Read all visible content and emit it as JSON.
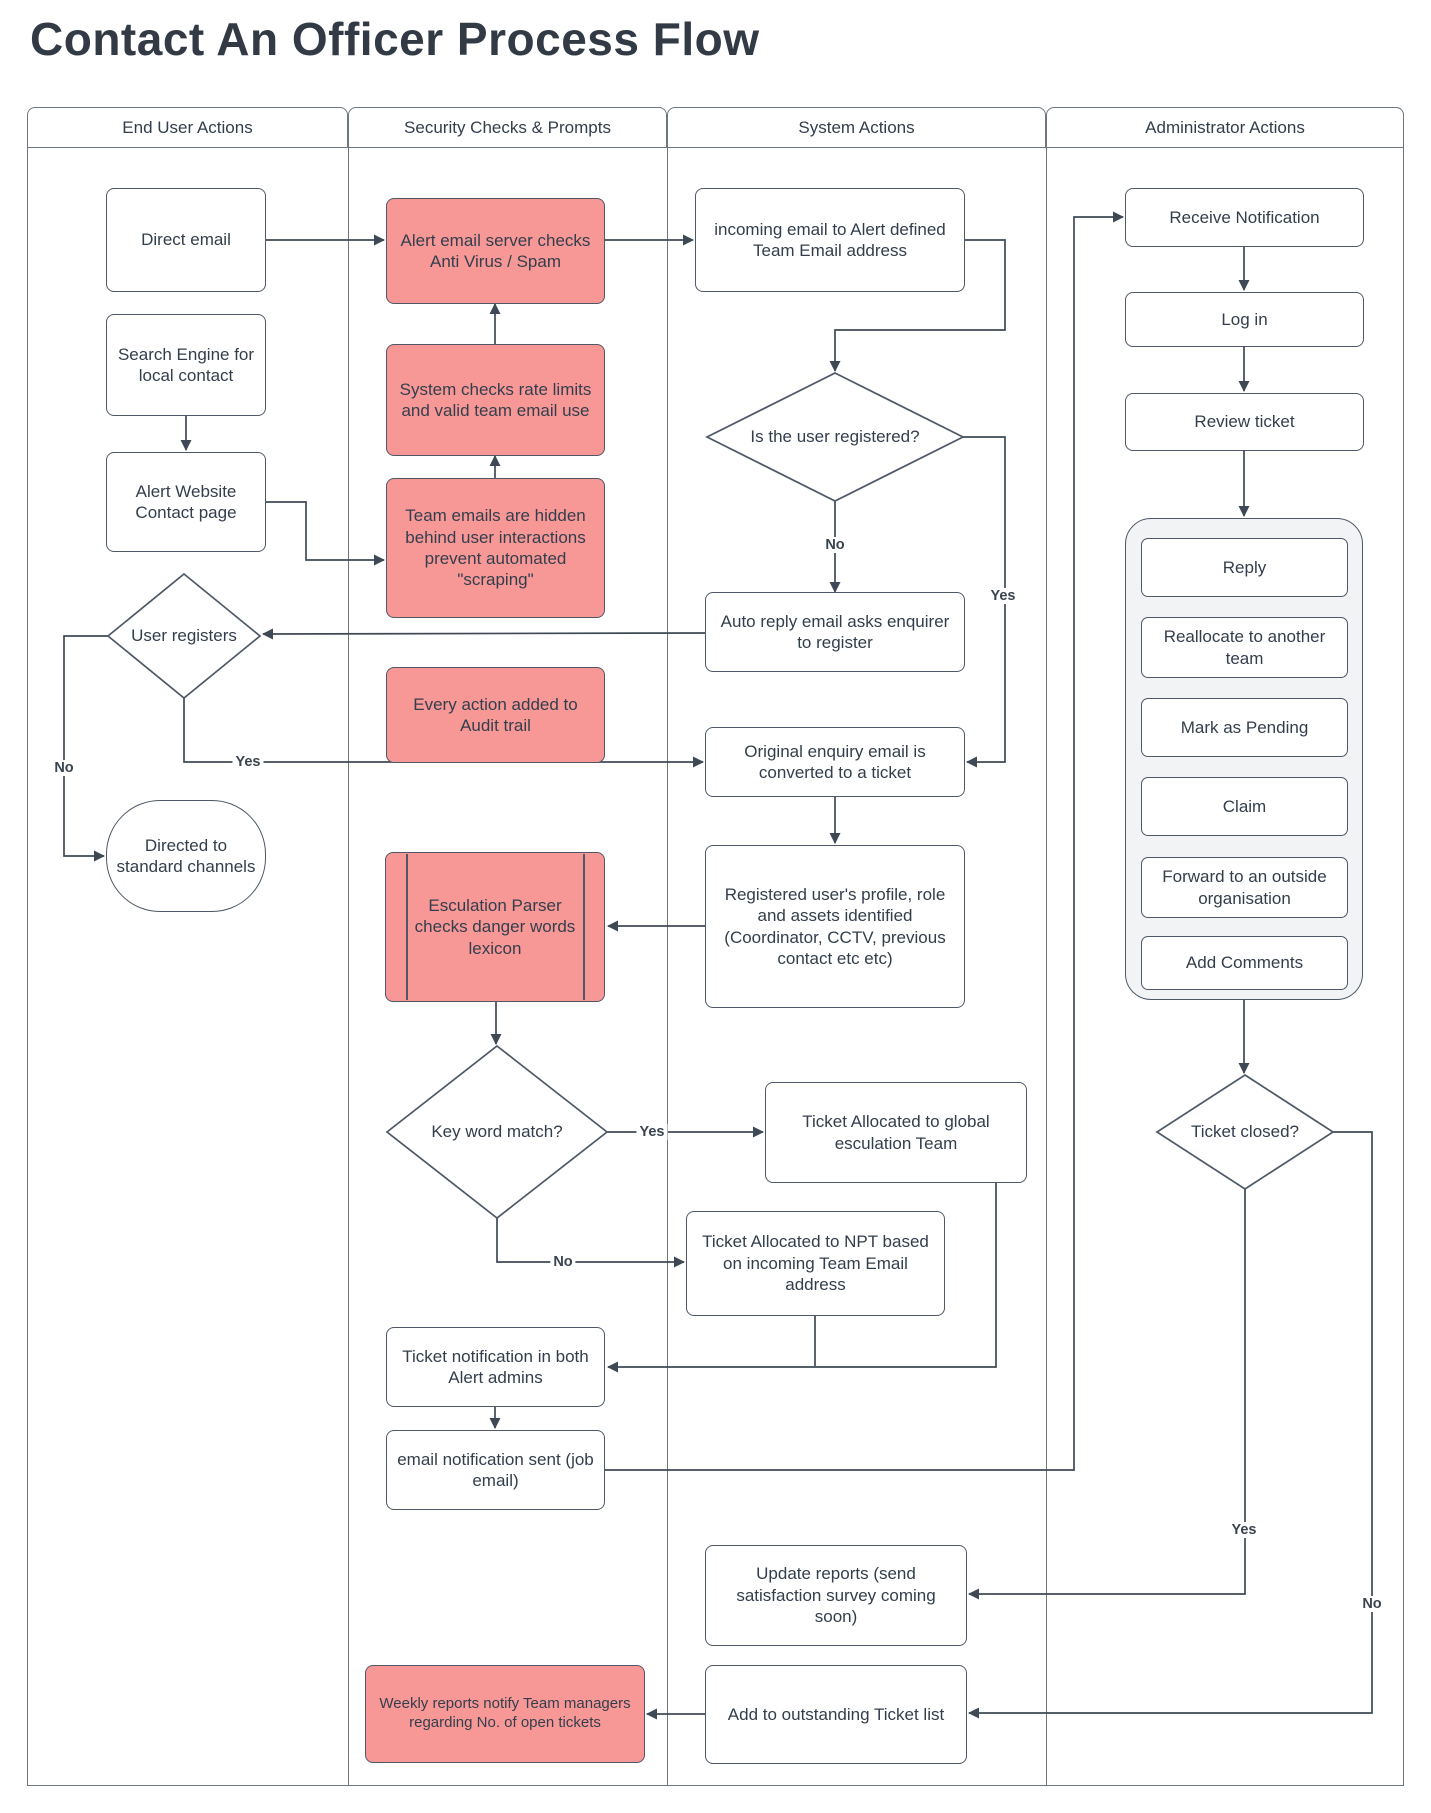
{
  "title": "Contact An Officer Process Flow",
  "lanes": {
    "end_user": "End User Actions",
    "security": "Security Checks & Prompts",
    "system": "System Actions",
    "admin": "Administrator Actions"
  },
  "nodes": {
    "direct_email": "Direct email",
    "search_engine": "Search Engine for local contact",
    "alert_website": "Alert Website Contact page",
    "user_registers": "User registers",
    "directed_standard": "Directed to standard channels",
    "alert_email_server": "Alert email server checks Anti Virus / Spam",
    "system_checks_rate": "System checks rate limits and valid team email use",
    "team_emails_hidden": "Team emails are hidden behind user interactions prevent automated \"scraping\"",
    "audit_trail": "Every action added to Audit trail",
    "esculation_parser": "Esculation Parser checks danger words lexicon",
    "keyword_match": "Key word match?",
    "ticket_notification": "Ticket notification in both Alert admins",
    "email_notification": "email notification sent (job email)",
    "weekly_reports": "Weekly reports notify Team managers regarding No. of open tickets",
    "incoming_email": "incoming email to Alert defined Team Email address",
    "is_user_registered": "Is the user registered?",
    "auto_reply": "Auto reply email asks enquirer to register",
    "original_enquiry": "Original enquiry email is converted to a ticket",
    "registered_profile": "Registered user's profile, role and assets identified (Coordinator, CCTV, previous contact etc etc)",
    "ticket_global": "Ticket Allocated to global esculation Team",
    "ticket_npt": "Ticket Allocated to NPT based on incoming Team Email address",
    "update_reports": "Update reports (send satisfaction survey coming soon)",
    "add_outstanding": "Add to outstanding Ticket list",
    "receive_notification": "Receive Notification",
    "log_in": "Log in",
    "review_ticket": "Review ticket",
    "reply": "Reply",
    "reallocate": "Reallocate to another team",
    "mark_pending": "Mark as Pending",
    "claim": "Claim",
    "forward_outside": "Forward to an outside organisation",
    "add_comments": "Add Comments",
    "ticket_closed": "Ticket closed?"
  },
  "edge_labels": {
    "user_registers_no": "No",
    "user_registers_yes": "Yes",
    "is_user_no": "No",
    "is_user_yes": "Yes",
    "keyword_yes": "Yes",
    "keyword_no": "No",
    "closed_yes": "Yes",
    "closed_no": "No"
  },
  "colors": {
    "red_fill": "#f79897",
    "red_stroke": "#4e5866",
    "shape_stroke": "#4e5866",
    "connector": "#3f4956",
    "text": "#333e4c",
    "panel_fill": "#f2f3f5",
    "frame": "#6e7680",
    "title_color": "#323a45"
  }
}
